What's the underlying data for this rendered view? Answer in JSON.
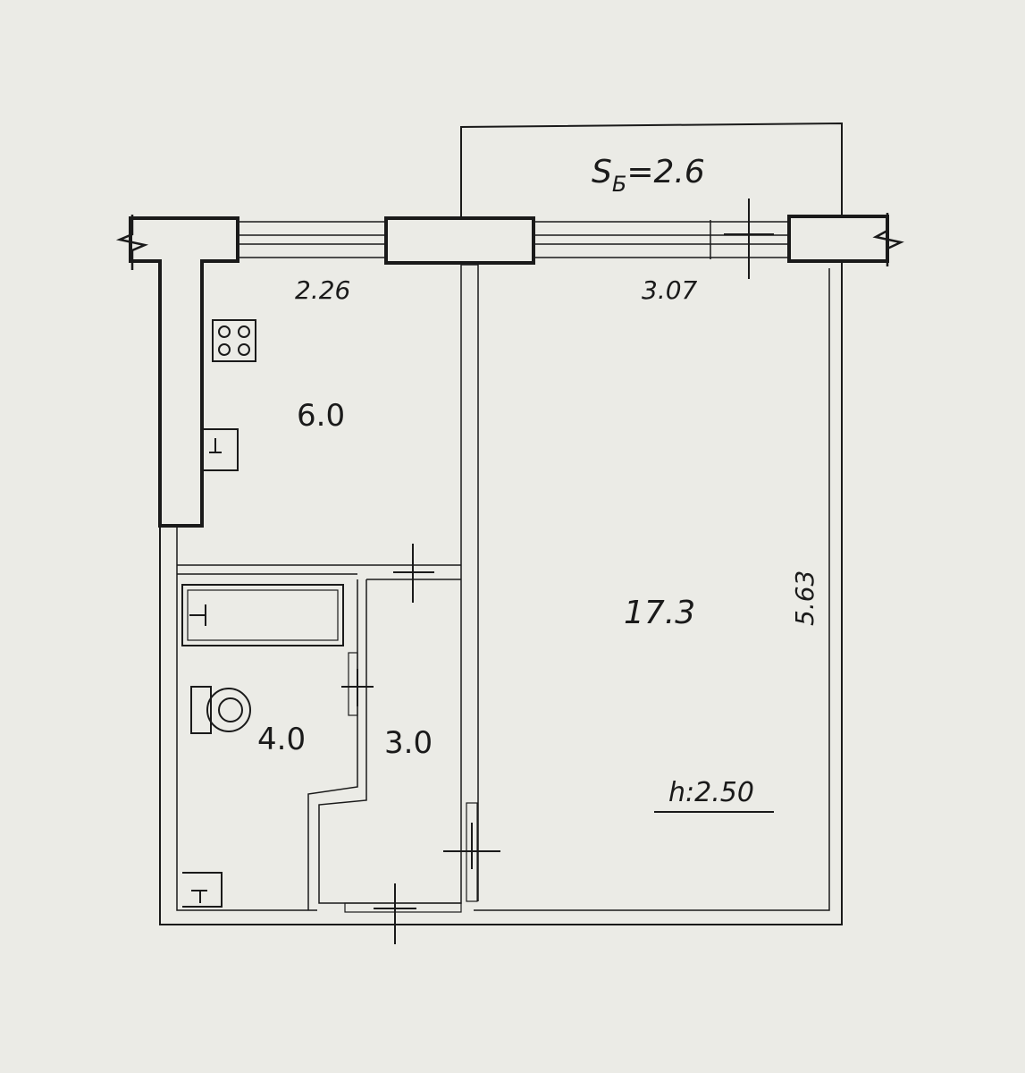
{
  "balcony": {
    "label": "S",
    "subscript": "Б",
    "value": "=2.6"
  },
  "dimensions": {
    "kitchen_width": "2.26",
    "room_width": "3.07",
    "room_length": "5.63"
  },
  "rooms": {
    "kitchen_area": "6.0",
    "living_room_area": "17.3",
    "bathroom_area": "4.0",
    "closet_area": "3.0"
  },
  "ceiling_height": "h:2.50",
  "colors": {
    "paper": "#ebebe6",
    "ink": "#1a1a1a"
  }
}
